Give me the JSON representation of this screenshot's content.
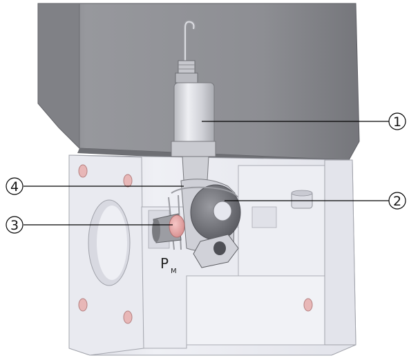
{
  "figure": {
    "callouts": [
      {
        "id": "1",
        "label": "1"
      },
      {
        "id": "2",
        "label": "2"
      },
      {
        "id": "3",
        "label": "3"
      },
      {
        "id": "4",
        "label": "4"
      }
    ],
    "port_label": {
      "main": "P",
      "sub": "M"
    },
    "colors": {
      "housing": "#8c8d92",
      "housing_dark": "#6f7076",
      "flange": "#e7e8ee",
      "flange_shadow": "#c9cad2",
      "bolt_hole": "#e8b7b7",
      "cap_pink": "#e6a8a8",
      "sensor_body": "#d4d5da",
      "cylinder": "#7b7c82",
      "callout_line": "#000000"
    }
  }
}
